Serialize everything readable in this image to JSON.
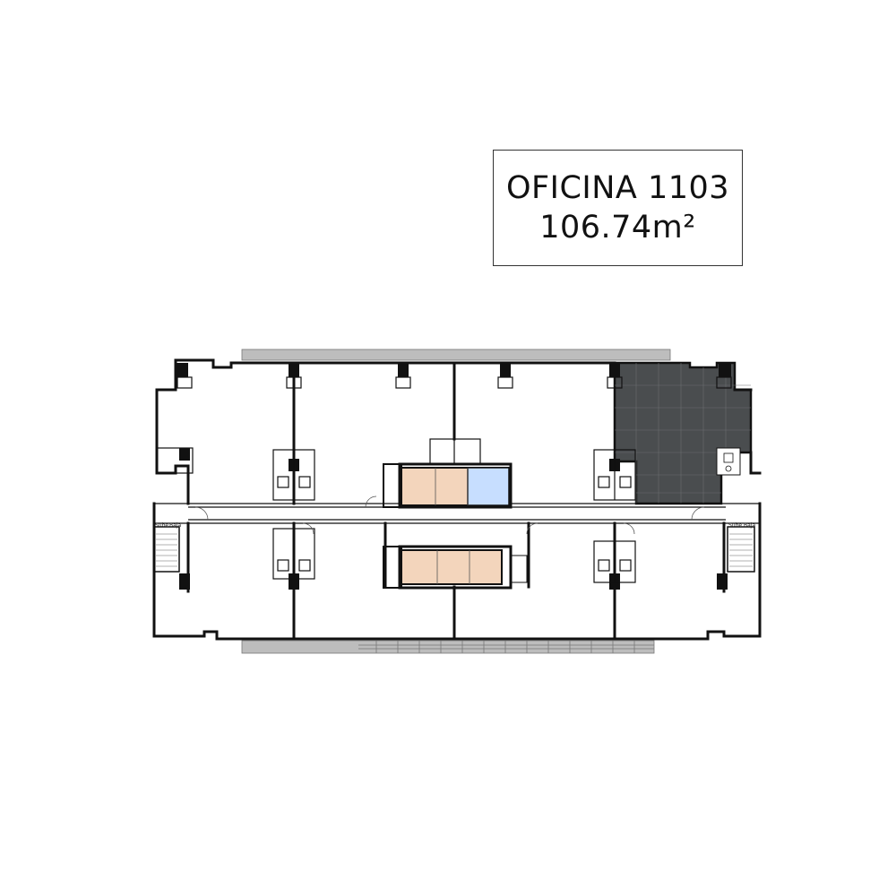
{
  "unit": {
    "title": "OFICINA 1103",
    "area": "106.74m²"
  },
  "stairs": {
    "up_label": "Sube",
    "down_label": "Baja"
  },
  "colors": {
    "highlight_unit": "#4a4d4f",
    "elevator_core": "#f3d5bc",
    "service_room": "#c7deff",
    "balcony": "#bdbdbd"
  }
}
